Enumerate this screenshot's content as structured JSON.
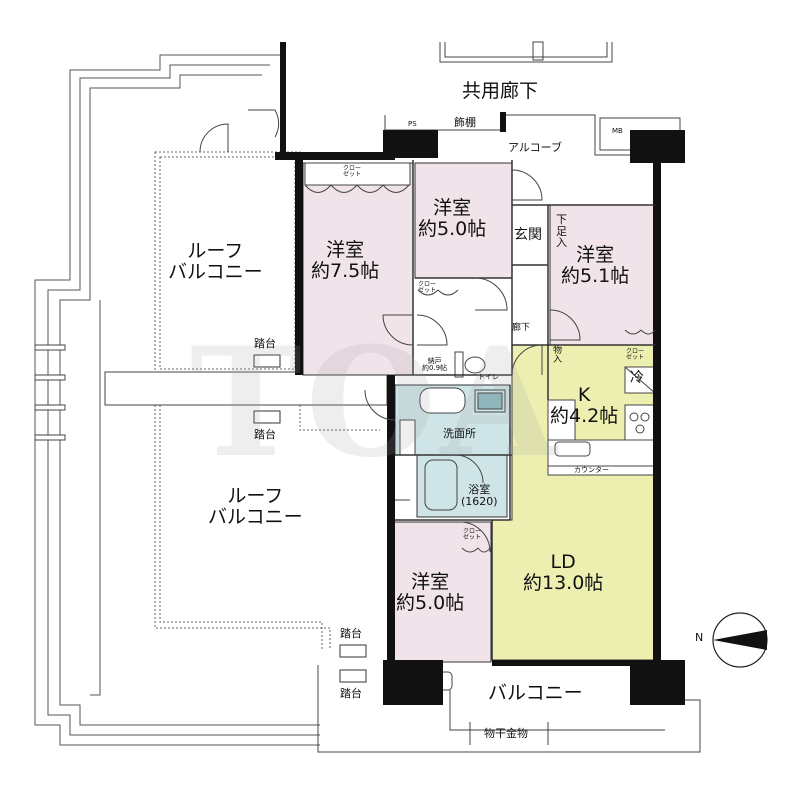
{
  "colors": {
    "room_pink": "#f0e3ea",
    "ldk_yellow": "#ecefb0",
    "bath_blue": "#cfe4e6",
    "wall": "#111111",
    "line": "#333333"
  },
  "rooms": {
    "bedroom_large": {
      "name": "洋室",
      "size": "約7.5帖"
    },
    "bedroom_north": {
      "name": "洋室",
      "size": "約5.0帖"
    },
    "bedroom_east": {
      "name": "洋室",
      "size": "約5.1帖"
    },
    "bedroom_south": {
      "name": "洋室",
      "size": "約5.0帖"
    },
    "kitchen": {
      "name": "K",
      "size": "約4.2帖"
    },
    "living": {
      "name": "LD",
      "size": "約13.0帖"
    },
    "bath": {
      "name": "浴室",
      "size": "(1620)"
    },
    "washroom": "洗面所",
    "toilet": "トイレ",
    "entrance": "玄関",
    "shoe_closet": "下足入",
    "corridor": "廊下",
    "storage": {
      "line1": "納戸",
      "line2": "約0.9帖"
    },
    "pantry": "物入"
  },
  "labels": {
    "common_corridor": "共用廊下",
    "alcove": "アルコーブ",
    "ps": "PS",
    "mb": "MB",
    "display_shelf": "飾棚",
    "roof_balcony_top": {
      "line1": "ルーフ",
      "line2": "バルコニー"
    },
    "roof_balcony_bottom": {
      "line1": "ルーフ",
      "line2": "バルコニー"
    },
    "balcony": "バルコニー",
    "laundry_hanger": "物干金物",
    "step": "踏台",
    "closet": {
      "line1": "クロー",
      "line2": "ゼット"
    },
    "counter": "カウンター",
    "refrigerator": "冷",
    "north": "N"
  },
  "watermark": "TOA"
}
